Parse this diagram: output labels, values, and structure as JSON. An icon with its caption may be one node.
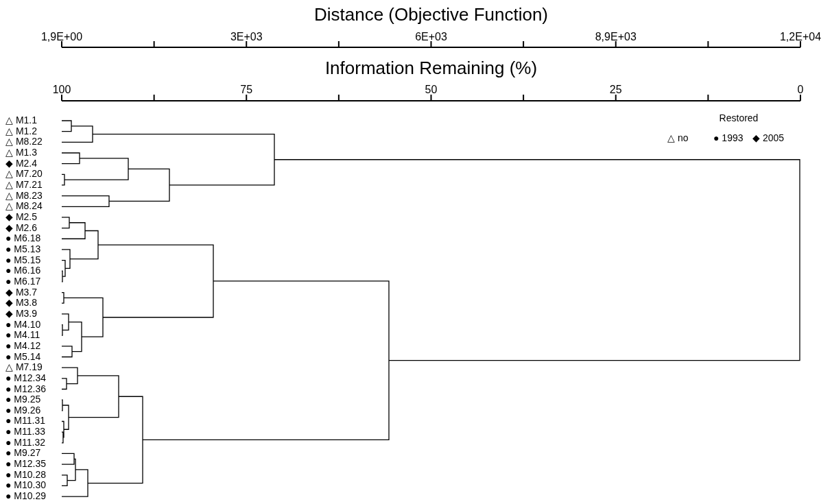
{
  "diagram": {
    "labels": [
      "Distance (Objective Function)",
      "1,9E+00",
      "3E+03",
      "6E+03",
      "8,9E+03",
      "1,2E+04",
      "Information Remaining (%)",
      "100",
      "75",
      "50",
      "25",
      "0",
      "△ M1.1",
      "Restored",
      "△ M1.2",
      "△ M8.22",
      "△ M1.3",
      "◆ M2.4",
      "△ M7.20",
      "△ M7.21",
      "△ M8.23",
      "△ M8.24",
      "◆ M2.5",
      "◆ M2.6",
      "● M6.18",
      "● M5.13",
      "● M5.15",
      "● M6.16",
      "● M6.17",
      "◆ M3.7",
      "◆ M3.8",
      "◆ M3.9",
      "● M4.10",
      "● M4.11",
      "● M4.12",
      "● M5.14",
      "△ M7.19",
      "● M12.34",
      "● M12.36",
      "● M9.25",
      "● M9.26",
      "● M11.31",
      "● M11.33",
      "● M11.32",
      "● M9.27",
      "● M12.35",
      "● M10.28",
      "● M10.30",
      "● M10.29"
    ],
    "legend": [
      {
        "text": "△ no"
      },
      {
        "text": "● 1993"
      },
      {
        "text": "◆ 2005"
      }
    ]
  }
}
